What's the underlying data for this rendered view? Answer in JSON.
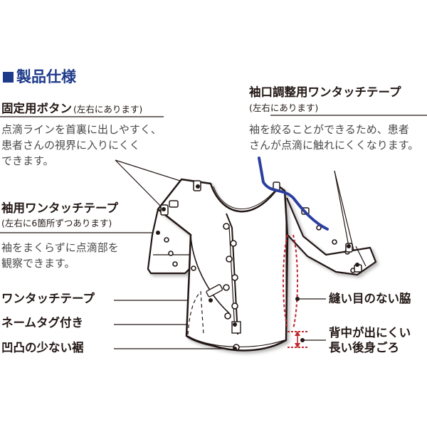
{
  "title": "製品仕様",
  "fixed_button": {
    "heading": "固定用ボタン",
    "note": "(左右にあります)",
    "description": [
      "点滴ラインを首裏に出しやすく、",
      "患者さんの視界に入りにくく",
      "できます。"
    ]
  },
  "sleeve_tape": {
    "heading": "袖用ワンタッチテープ",
    "note": "(左右に6箇所ずつあります)",
    "description": [
      "袖をまくらずに点滴部を",
      "観察できます。"
    ]
  },
  "cuff_tape": {
    "heading": "袖口調整用ワンタッチテープ",
    "note": "(左右にあります)",
    "description": [
      "袖を絞ることができるため、患者",
      "さんが点滴に触れにくくなります。"
    ]
  },
  "front_tape": {
    "label": "ワンタッチテープ"
  },
  "name_tag": {
    "label": "ネームタグ付き"
  },
  "hem": {
    "label": "凹凸の少ない裾"
  },
  "seamless_side": {
    "label": "縫い目のない脇"
  },
  "back_body": {
    "lines": [
      "背中が出にくい",
      "長い後身ごろ"
    ]
  },
  "colors": {
    "title_blue": "#1e3a8a",
    "drip_line_blue": "#2d3f9e",
    "accent_red": "#c0262d",
    "outline": "#231815"
  }
}
